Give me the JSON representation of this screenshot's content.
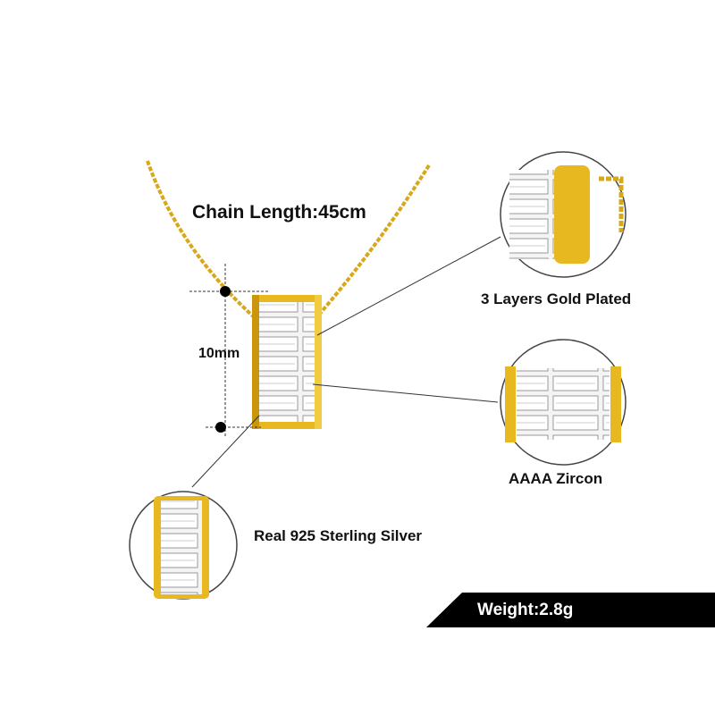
{
  "chain_length": "Chain Length:45cm",
  "pendant_height": "10mm",
  "features": {
    "plating": "3 Layers  Gold  Plated",
    "stone": "AAAA Zircon",
    "material": "Real 925  Sterling  Silver"
  },
  "weight": "Weight:2.8g",
  "colors": {
    "gold": "#e8b820",
    "banner": "#000000"
  }
}
